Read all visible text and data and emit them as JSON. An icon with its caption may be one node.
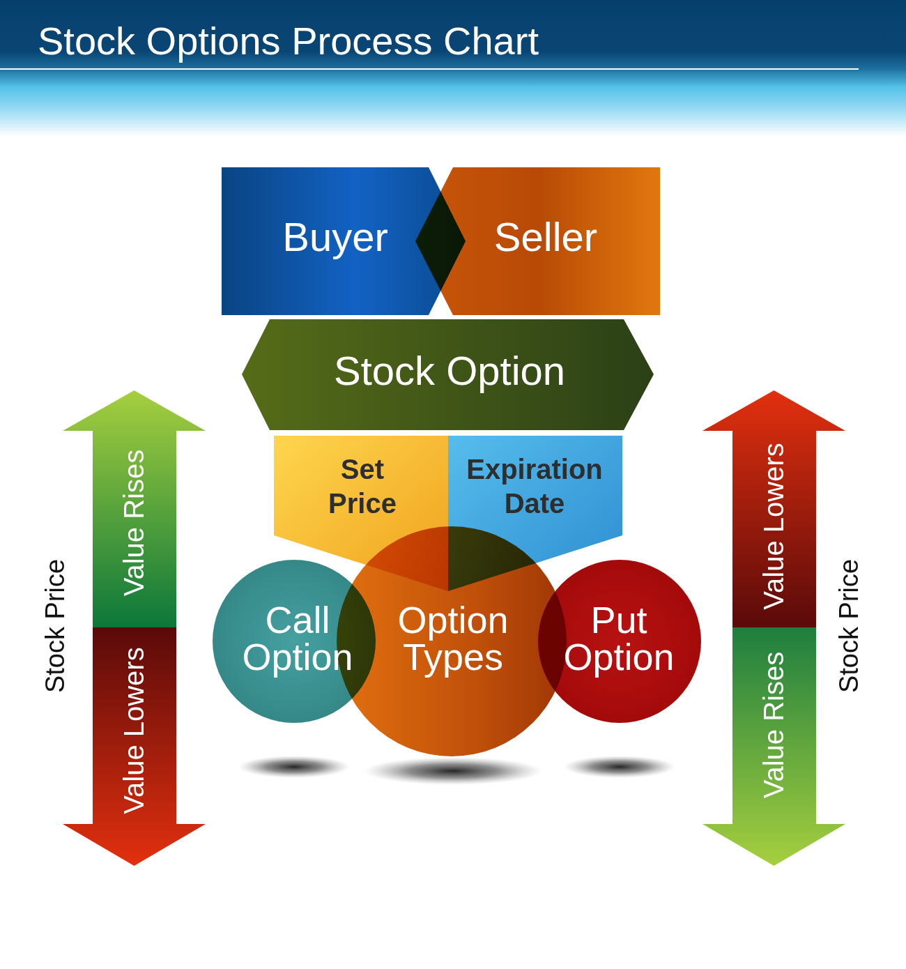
{
  "diagram": {
    "title": "Stock Options Process Chart",
    "nodes": [
      {
        "text": [
          "Buyer"
        ]
      },
      {
        "text": [
          "Seller"
        ]
      },
      {
        "text": [
          "Stock Option"
        ]
      },
      {
        "text": [
          "Set Price"
        ]
      },
      {
        "text": [
          "Expiration Date"
        ]
      },
      {
        "text": [
          "Call Option"
        ]
      },
      {
        "text": [
          "Option Types"
        ]
      },
      {
        "text": [
          "Put Option"
        ]
      },
      {
        "text": [
          "Value Rises",
          "Value Lowers"
        ],
        "beside": [
          "Stock Price"
        ]
      },
      {
        "text": [
          "Value Lowers",
          "Value Rises"
        ],
        "beside": [
          "Stock Price"
        ]
      }
    ]
  }
}
